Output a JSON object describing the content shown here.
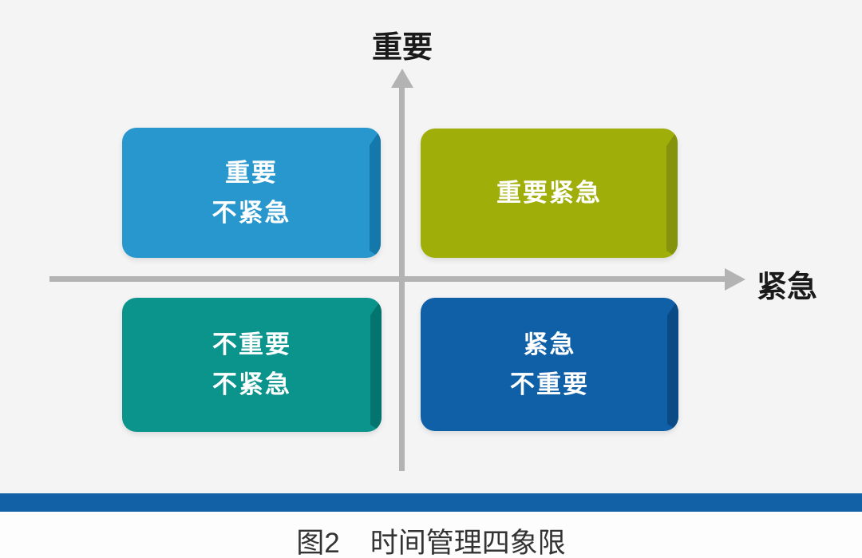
{
  "axes": {
    "y_label": "重要",
    "x_label": "紧急",
    "line_color": "#b3b3b3"
  },
  "quadrants": [
    {
      "id": "important-not-urgent",
      "position": "top-left",
      "color": "#2897cd",
      "edge_color": "#1478ab",
      "lines": [
        "重要",
        "不紧急"
      ]
    },
    {
      "id": "important-urgent",
      "position": "top-right",
      "color": "#9fae08",
      "edge_color": "#85920c",
      "lines": [
        "重要紧急"
      ]
    },
    {
      "id": "not-important-not-urgent",
      "position": "bottom-left",
      "color": "#0a948c",
      "edge_color": "#04756e",
      "lines": [
        "不重要",
        "不紧急"
      ]
    },
    {
      "id": "urgent-not-important",
      "position": "bottom-right",
      "color": "#1060a8",
      "edge_color": "#0a4a85",
      "lines": [
        "紧急",
        "不重要"
      ]
    }
  ],
  "footer": {
    "bar_color": "#1261a7",
    "caption_prefix": "图2",
    "caption_title": "时间管理四象限"
  }
}
